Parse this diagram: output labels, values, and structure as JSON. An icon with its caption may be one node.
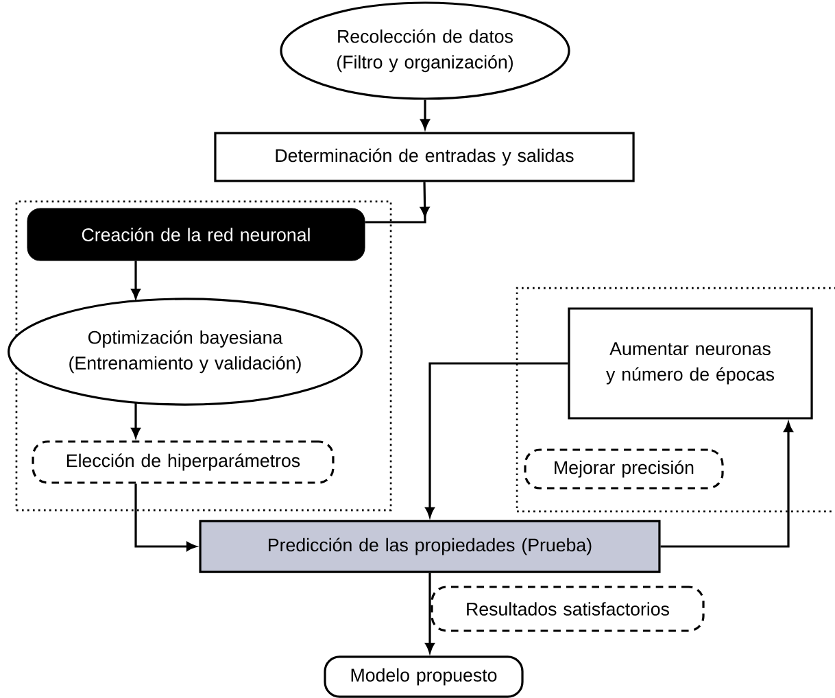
{
  "diagram": {
    "nodes": [
      {
        "text": [
          "Recolección de datos (Filtro y organización)"
        ]
      },
      {
        "text": [
          "Determinación de entradas y salidas"
        ]
      },
      {
        "text": [],
        "shape": "box"
      },
      {
        "text": [
          "Creación de la red neuronal"
        ],
        "in": 2
      },
      {
        "text": [
          "Optimización bayesiana (Entrenamiento y validación)"
        ],
        "in": 2
      },
      {
        "text": [
          "Elección de hiperparámetros"
        ],
        "in": 2
      },
      {
        "text": [],
        "shape": "box"
      },
      {
        "text": [
          "Aumentar neuronas y número de épocas"
        ],
        "in": 6
      },
      {
        "text": [
          "Mejorar precisión"
        ],
        "in": 6
      },
      {
        "text": [
          "Predicción de las propiedades (Prueba)"
        ]
      },
      {
        "text": [
          "Resultados satisfactorios"
        ]
      },
      {
        "text": [
          "Modelo propuesto"
        ]
      }
    ],
    "edges": [
      {
        "from": 0,
        "to": 1,
        "arrow": "to"
      },
      {
        "from": 1,
        "to": 3,
        "arrow": "to"
      },
      {
        "from": 3,
        "to": 4,
        "arrow": "to"
      },
      {
        "from": 4,
        "to": 5,
        "arrow": "to"
      },
      {
        "from": 5,
        "to": 9,
        "arrow": "to"
      },
      {
        "from": 7,
        "to": 9,
        "arrow": "to"
      },
      {
        "from": 9,
        "to": 7,
        "arrow": "to"
      },
      {
        "from": 9,
        "to": 11,
        "arrow": "to"
      }
    ]
  }
}
